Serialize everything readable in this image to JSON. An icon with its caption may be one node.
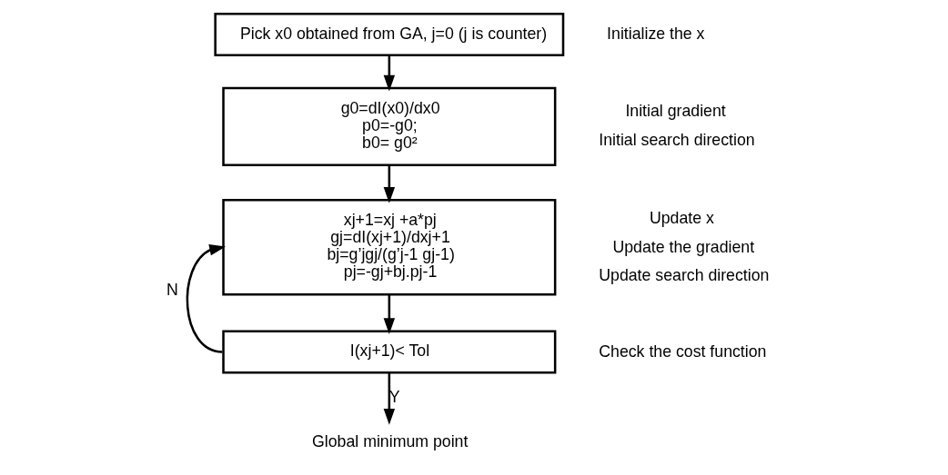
{
  "diagram": {
    "nodes": [
      {
        "text": [
          "Pick x0 obtained from GA, j=0 (j is counter)"
        ],
        "beside": [
          "Initialize the x"
        ]
      },
      {
        "text": [
          "g0=dI(x0)/dx0",
          "p0=-g0;",
          "b0= g0²"
        ],
        "beside": [
          "Initial gradient",
          "Initial search direction"
        ]
      },
      {
        "text": [
          "xj+1=xj +a*pj",
          "gj=dI(xj+1)/dxj+1",
          "bj=g’jgj/(g’j-1 gj-1)",
          "pj=-gj+bj.pj-1"
        ],
        "beside": [
          "Update x",
          "Update the gradient",
          "Update search direction"
        ]
      },
      {
        "text": [
          "I(xj+1)< Tol"
        ],
        "beside": [
          "Check the cost function"
        ]
      },
      {
        "text": [
          "Global minimum point"
        ]
      }
    ],
    "edges": [
      {
        "from": 0,
        "to": 1,
        "arrow": "to"
      },
      {
        "from": 1,
        "to": 2,
        "arrow": "to"
      },
      {
        "from": 2,
        "to": 3,
        "arrow": "to"
      },
      {
        "from": 3,
        "to": 2,
        "arrow": "to",
        "label": "N"
      },
      {
        "from": 3,
        "to": 4,
        "arrow": "to",
        "label": "Y"
      }
    ]
  }
}
